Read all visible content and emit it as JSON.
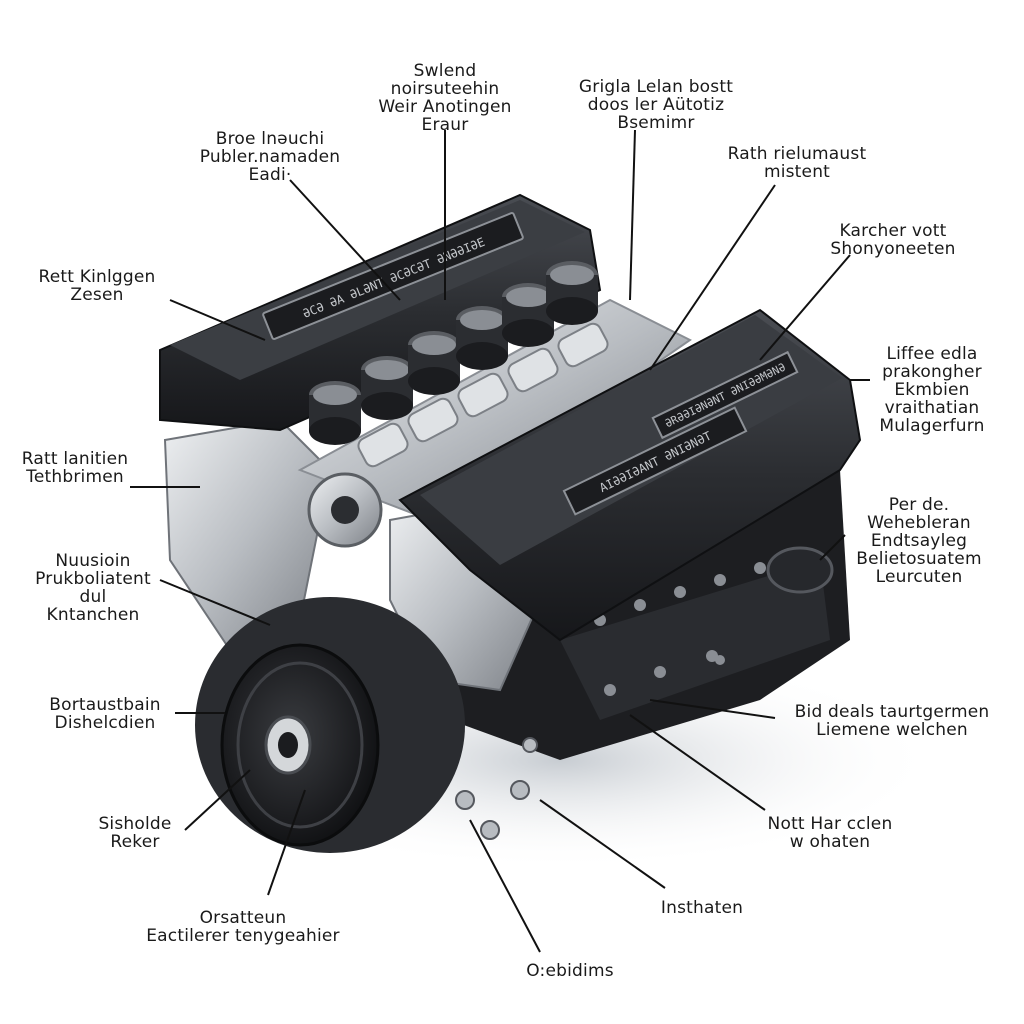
{
  "labels": {
    "top_center": [
      "Swlend",
      "noirsuteehin",
      "Weir Anotingen",
      "Eraur"
    ],
    "top_right": [
      "Grigla Lelan bostt",
      "doos ler Aütotiz",
      "Bsemimr"
    ],
    "top_left": [
      "Broe lnəuchi",
      "Publer.namaden",
      "Eadi·"
    ],
    "right_top": [
      "Rath rielumaust",
      "mistent"
    ],
    "right_2": [
      "Karcher vott",
      "Shonyoneeten"
    ],
    "left_1": [
      "Rett Kinlggen",
      "Zesen"
    ],
    "right_3": [
      "Liffee edla",
      "prakongher",
      "Ekmbien",
      "vraithatian",
      "Mulagerfurn"
    ],
    "left_2": [
      "Ratt lanitien",
      "Tethbrimen"
    ],
    "right_4": [
      "Per de.",
      "Wehebleran",
      "Endtsayleg",
      "Belietosuatem",
      "Leurcuten"
    ],
    "left_3": [
      "Nuusioin",
      "Prukboliatent",
      "dul",
      "Kntanchen"
    ],
    "left_4": [
      "Bortaustbain",
      "Dishelcdien"
    ],
    "right_5": [
      "Bid deals taurtgermen",
      "Liemene welchen"
    ],
    "left_5": [
      "Sisholde",
      "Reker"
    ],
    "right_6": [
      "Nott Har cclen",
      "w ohaten"
    ],
    "bottom_left": [
      "Orsatteun",
      "Eactilerer tenygeahier"
    ],
    "bottom_right": [
      "Insthaten"
    ],
    "bottom": [
      "O:ebidims"
    ]
  },
  "plates": {
    "left_cover": "ƏCƏ ƏA ƏLƏNT ƏCƏCƏT ƏNƏƏIƏE",
    "right_cover_top": "ƏRƏƏIƏNƏNT ƏNIƏƏMƏNƏ",
    "right_cover_front": "AIƏƏIƏANT ƏNIƏNƏT"
  },
  "colors": {
    "cover": "#2b2d31",
    "cover_highlight": "#4a4d53",
    "metal": "#c9ccd0",
    "metal_dark": "#7c8086",
    "text": "#1a1a1a",
    "leader": "#111111"
  }
}
